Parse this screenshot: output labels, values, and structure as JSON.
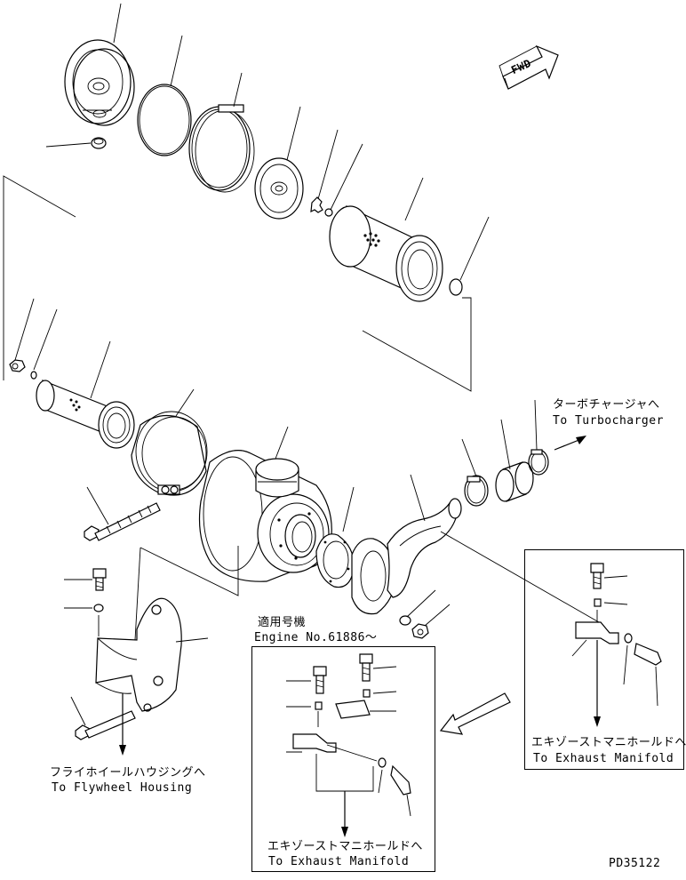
{
  "direction_arrow": {
    "text": "FWD"
  },
  "notes": {
    "to_turbocharger_jp": "ターボチャージャへ",
    "to_turbocharger_en": "To Turbocharger",
    "applicable_jp": "適用号機",
    "applicable_en": "Engine No.61886～",
    "to_flywheel_jp": "フライホイールハウジングへ",
    "to_flywheel_en": "To Flywheel Housing",
    "to_exhaust_jp_right": "エキゾーストマニホールドへ",
    "to_exhaust_en_right": "To Exhaust Manifold",
    "to_exhaust_jp_center": "エキゾーストマニホールドへ",
    "to_exhaust_en_center": "To Exhaust Manifold"
  },
  "drawing_number": "PD35122"
}
